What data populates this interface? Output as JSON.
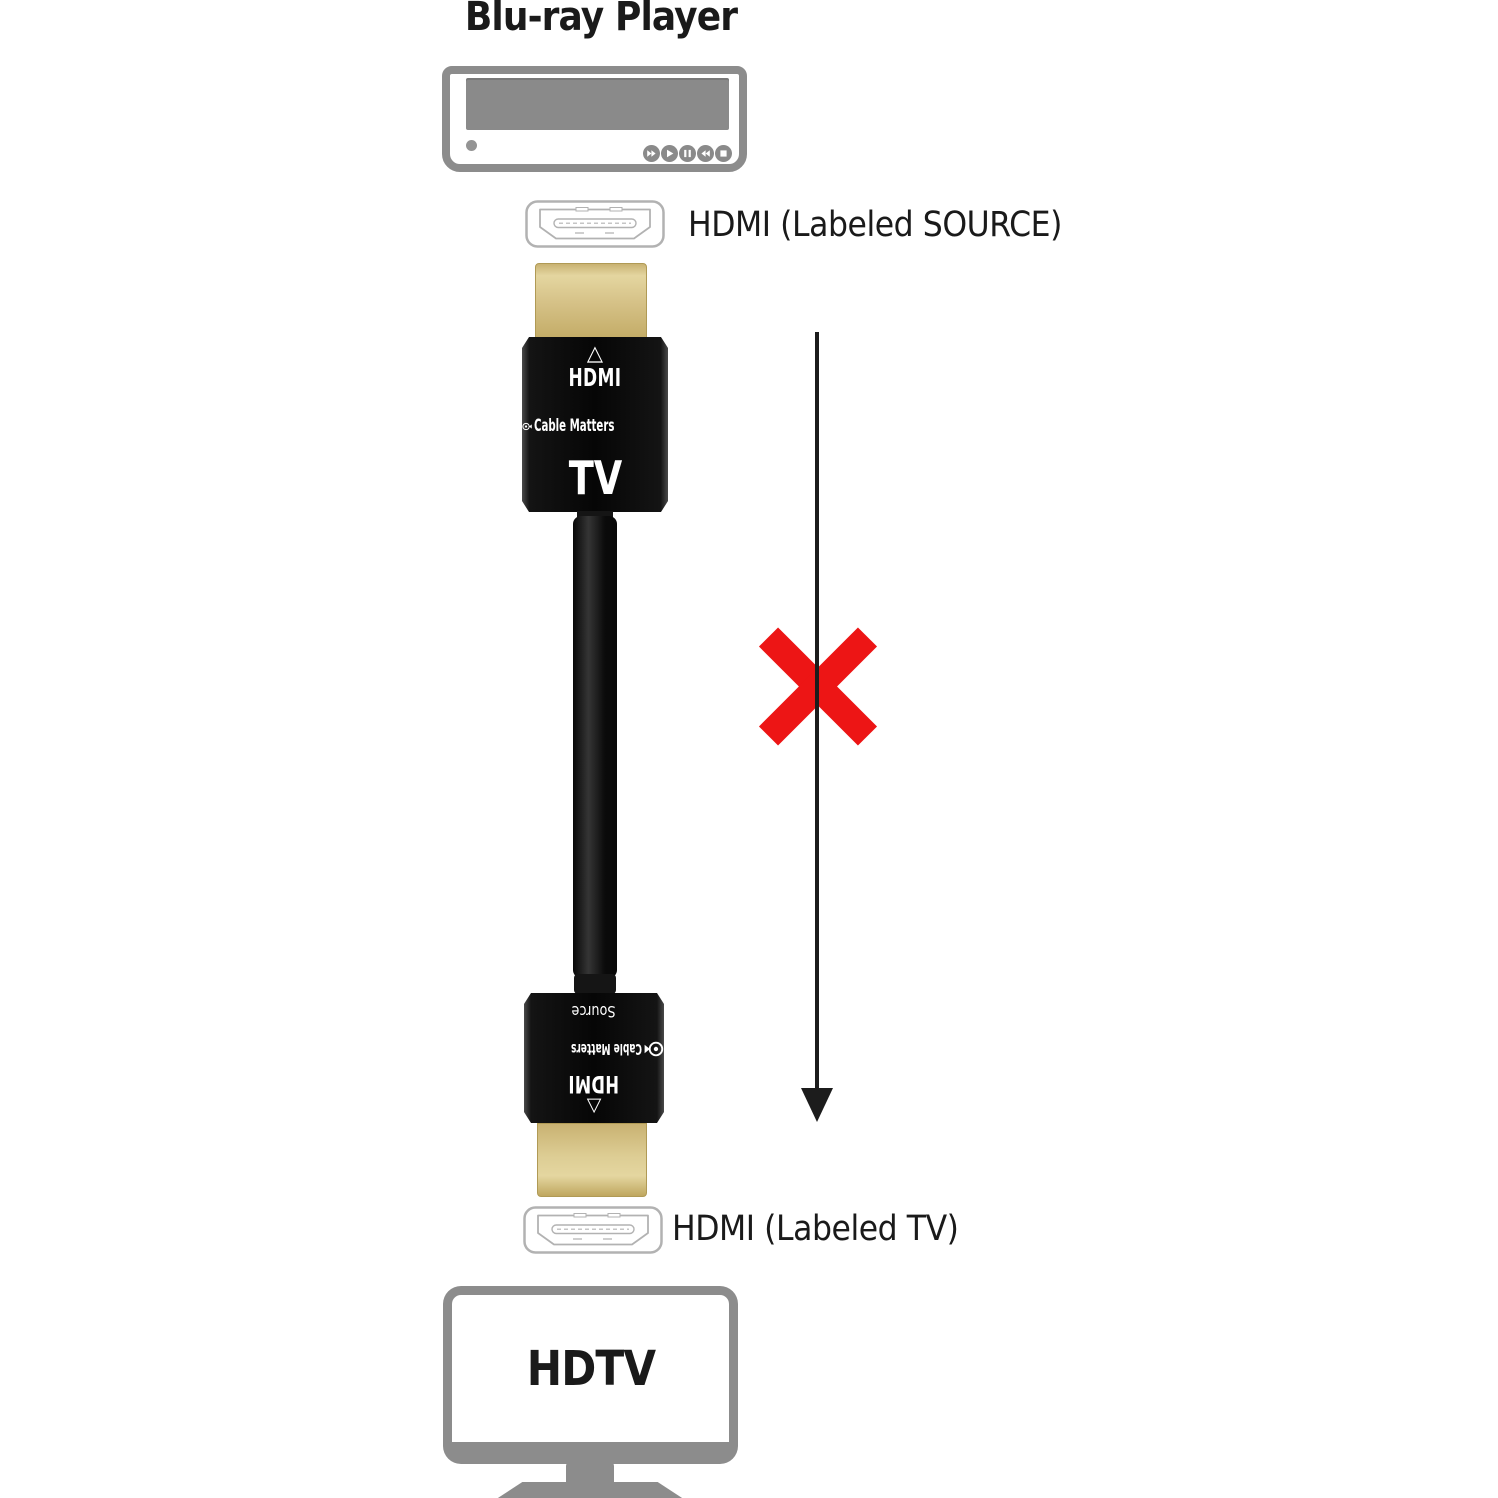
{
  "colors": {
    "text": "#1a1a1a",
    "device_gray": "#8c8c8c",
    "screen_gray": "#8a8a8a",
    "button_gray": "#8a8a8a",
    "port_outline": "#b2b2b2",
    "gold": "#d8c489",
    "connector_black": "#0a0a0a",
    "cable_black": "#161616",
    "red_x": "#ed1515",
    "arrow_black": "#1c1c1c"
  },
  "source_device": {
    "title": "Blu-ray Player",
    "port_label": "HDMI (Labeled SOURCE)",
    "playback_button_icons": [
      "skip-forward",
      "play",
      "pause",
      "skip-back",
      "stop"
    ]
  },
  "hdmi_cable": {
    "top_connector": {
      "orientation_symbol": "△",
      "interface": "HDMI",
      "brand": "Cable Matters",
      "end_label": "TV"
    },
    "bottom_connector": {
      "end_label": "Source",
      "brand": "Cable Matters",
      "interface": "HDMI",
      "orientation_symbol": "△"
    }
  },
  "display_device": {
    "port_label": "HDMI (Labeled TV)",
    "name": "HDTV"
  },
  "annotation_icons": {
    "wrong_connection": "red-x-icon",
    "direction": "down-arrow-icon",
    "ports": "hdmi-port-icon"
  }
}
